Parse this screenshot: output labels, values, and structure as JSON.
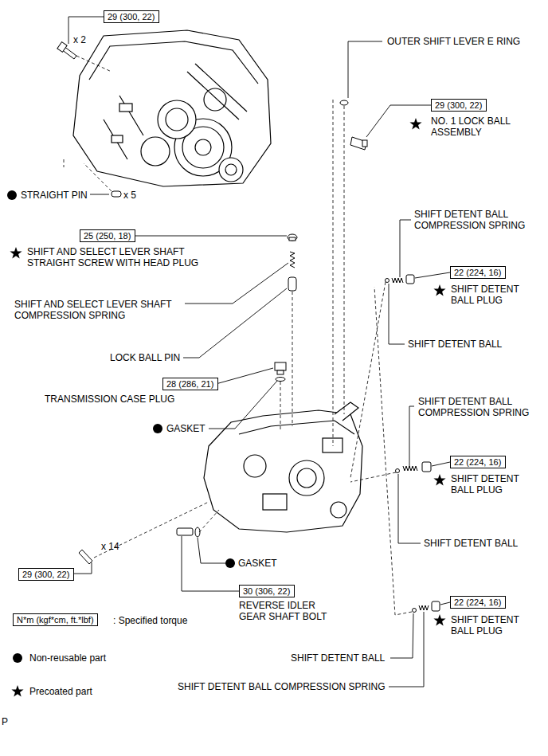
{
  "diagram": {
    "nodes": [
      {
        "text": [
          "29 (300, 22)"
        ]
      },
      {
        "text": [
          "29 (300, 22)"
        ]
      },
      {
        "text": [
          "25 (250, 18)"
        ]
      },
      {
        "text": [
          "22 (224, 16)"
        ]
      },
      {
        "text": [
          "28 (286, 21)"
        ]
      },
      {
        "text": [
          "22 (224, 16)"
        ]
      },
      {
        "text": [
          "29 (300, 22)"
        ]
      },
      {
        "text": [
          "30 (306, 22)"
        ]
      },
      {
        "text": [
          "22 (224, 16)"
        ]
      },
      {
        "text": [
          "N*m (kgf*cm, ft.*lbf)"
        ]
      }
    ],
    "labels": [
      "x 2",
      "OUTER SHIFT LEVER E RING",
      "NO. 1 LOCK BALL ASSEMBLY",
      "STRAIGHT PIN",
      "x 5",
      "SHIFT AND SELECT LEVER SHAFT STRAIGHT SCREW WITH HEAD PLUG",
      "SHIFT DETENT BALL COMPRESSION SPRING",
      "SHIFT DETENT BALL PLUG",
      "SHIFT AND SELECT LEVER SHAFT COMPRESSION SPRING",
      "SHIFT DETENT BALL",
      "LOCK BALL PIN",
      "TRANSMISSION CASE PLUG",
      "GASKET",
      "SHIFT DETENT BALL COMPRESSION SPRING",
      "SHIFT DETENT BALL PLUG",
      "SHIFT DETENT BALL",
      "x 14",
      "GASKET",
      "REVERSE IDLER GEAR SHAFT BOLT",
      "SHIFT DETENT BALL PLUG",
      "SHIFT DETENT BALL",
      "SHIFT DETENT BALL COMPRESSION SPRING",
      "P"
    ],
    "legend": [
      {
        "text": ": Specified torque"
      },
      {
        "text": "Non-reusable part"
      },
      {
        "text": "Precoated part"
      }
    ]
  }
}
